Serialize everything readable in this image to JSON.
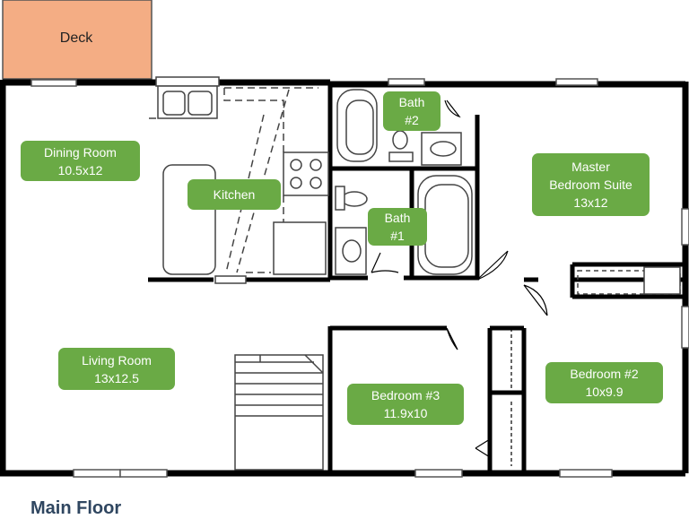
{
  "title": "Main Floor",
  "colors": {
    "label_bg": "#6aaa45",
    "deck": "#f4ad84",
    "wall": "#000000",
    "title": "#2f4660"
  },
  "deck": {
    "name": "Deck"
  },
  "rooms": {
    "dining": {
      "name": "Dining Room",
      "size": "10.5x12"
    },
    "kitchen": {
      "name": "Kitchen"
    },
    "bath2": {
      "name": "Bath",
      "number": "#2"
    },
    "bath1": {
      "name": "Bath",
      "number": "#1"
    },
    "master": {
      "name": "Master",
      "name2": "Bedroom Suite",
      "size": "13x12"
    },
    "living": {
      "name": "Living Room",
      "size": "13x12.5"
    },
    "bedroom3": {
      "name": "Bedroom #3",
      "size": "11.9x10"
    },
    "bedroom2": {
      "name": "Bedroom #2",
      "size": "10x9.9"
    }
  }
}
